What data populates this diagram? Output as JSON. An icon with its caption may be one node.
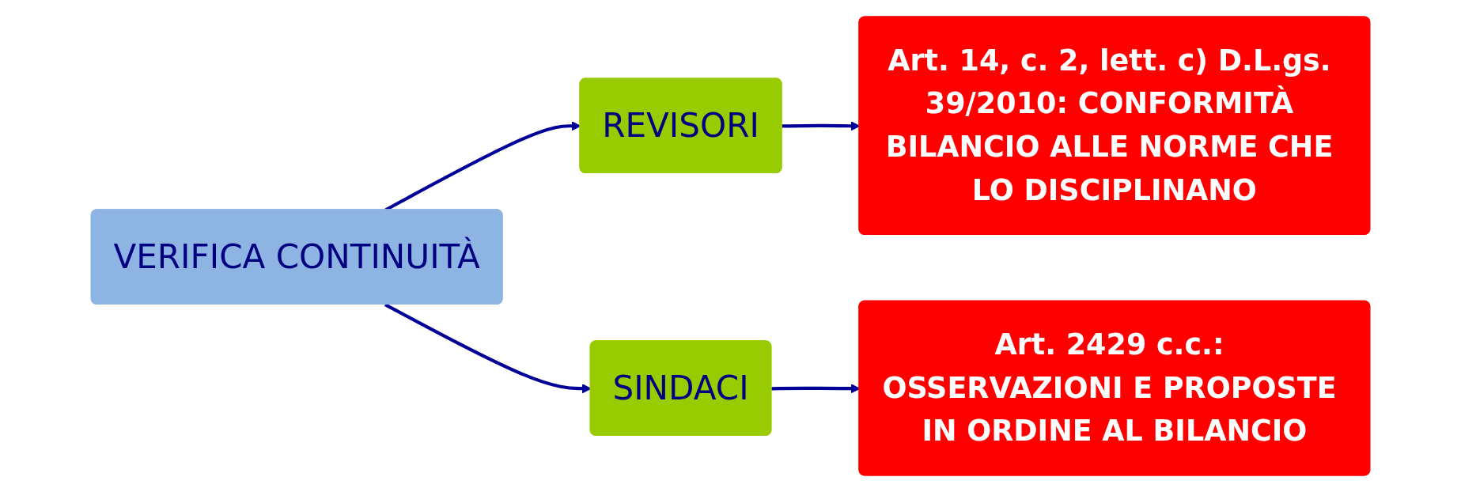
{
  "diagram": {
    "nodes": [
      {
        "text": [
          "VERIFICA CONTINUITÀ"
        ]
      },
      {
        "text": [
          "REVISORI"
        ]
      },
      {
        "text": [
          "Art. 14, c. 2, lett. c) D.L.gs. 39/2010: CONFORMITÀ BILANCIO ALLE NORME CHE LO DISCIPLINANO"
        ]
      },
      {
        "text": [
          "SINDACI"
        ]
      },
      {
        "text": [
          "Art. 2429 c.c.: OSSERVAZIONI E PROPOSTE IN ORDINE AL BILANCIO"
        ]
      }
    ],
    "edges": [
      {
        "from": 0,
        "to": 1,
        "arrow": "to"
      },
      {
        "from": 1,
        "to": 2,
        "arrow": "to"
      },
      {
        "from": 0,
        "to": 3,
        "arrow": "to"
      },
      {
        "from": 3,
        "to": 4,
        "arrow": "to"
      }
    ]
  }
}
